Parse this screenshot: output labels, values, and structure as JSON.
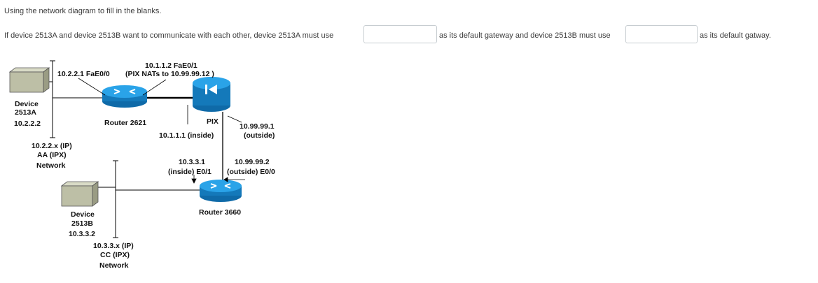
{
  "instruction": "Using the network diagram to fill in the blanks.",
  "question": {
    "part1": "If device 2513A and device 2513B want to communicate with each other, device 2513A must use",
    "part2": "as its default gateway and device 2513B must use",
    "part3": "as its default gatway.",
    "blank1_value": "",
    "blank2_value": ""
  },
  "diagram": {
    "labels": {
      "router2621_fae01": "10.1.1.2 FaE0/1",
      "router2621_fae00": "10.2.2.1 FaE0/0",
      "pix_nat": "(PIX NATs to 10.99.99.12 )",
      "device2513a_name": "Device",
      "device2513a_model": "2513A",
      "device2513a_ip": "10.2.2.2",
      "router2621": "Router 2621",
      "pix": "PIX",
      "pix_inside": "10.1.1.1 (inside)",
      "pix_outside_ip": "10.99.99.1",
      "pix_outside": "(outside)",
      "netA_ip": "10.2.2.x (IP)",
      "netA_ipx": "AA (IPX)",
      "netA_net": "Network",
      "r3660_inside_ip": "10.3.3.1",
      "r3660_inside": "(inside) E0/1",
      "r3660_outside_ip": "10.99.99.2",
      "r3660_outside": "(outside) E0/0",
      "router3660": "Router 3660",
      "device2513b_name": "Device",
      "device2513b_model": "2513B",
      "device2513b_ip": "10.3.3.2",
      "netC_ip": "10.3.3.x (IP)",
      "netC_ipx": "CC (IPX)",
      "netC_net": "Network"
    },
    "colors": {
      "router": "#1d8fd6",
      "pix": "#1d8fd6",
      "device": "#bdbfa6",
      "link": "#000000"
    }
  }
}
